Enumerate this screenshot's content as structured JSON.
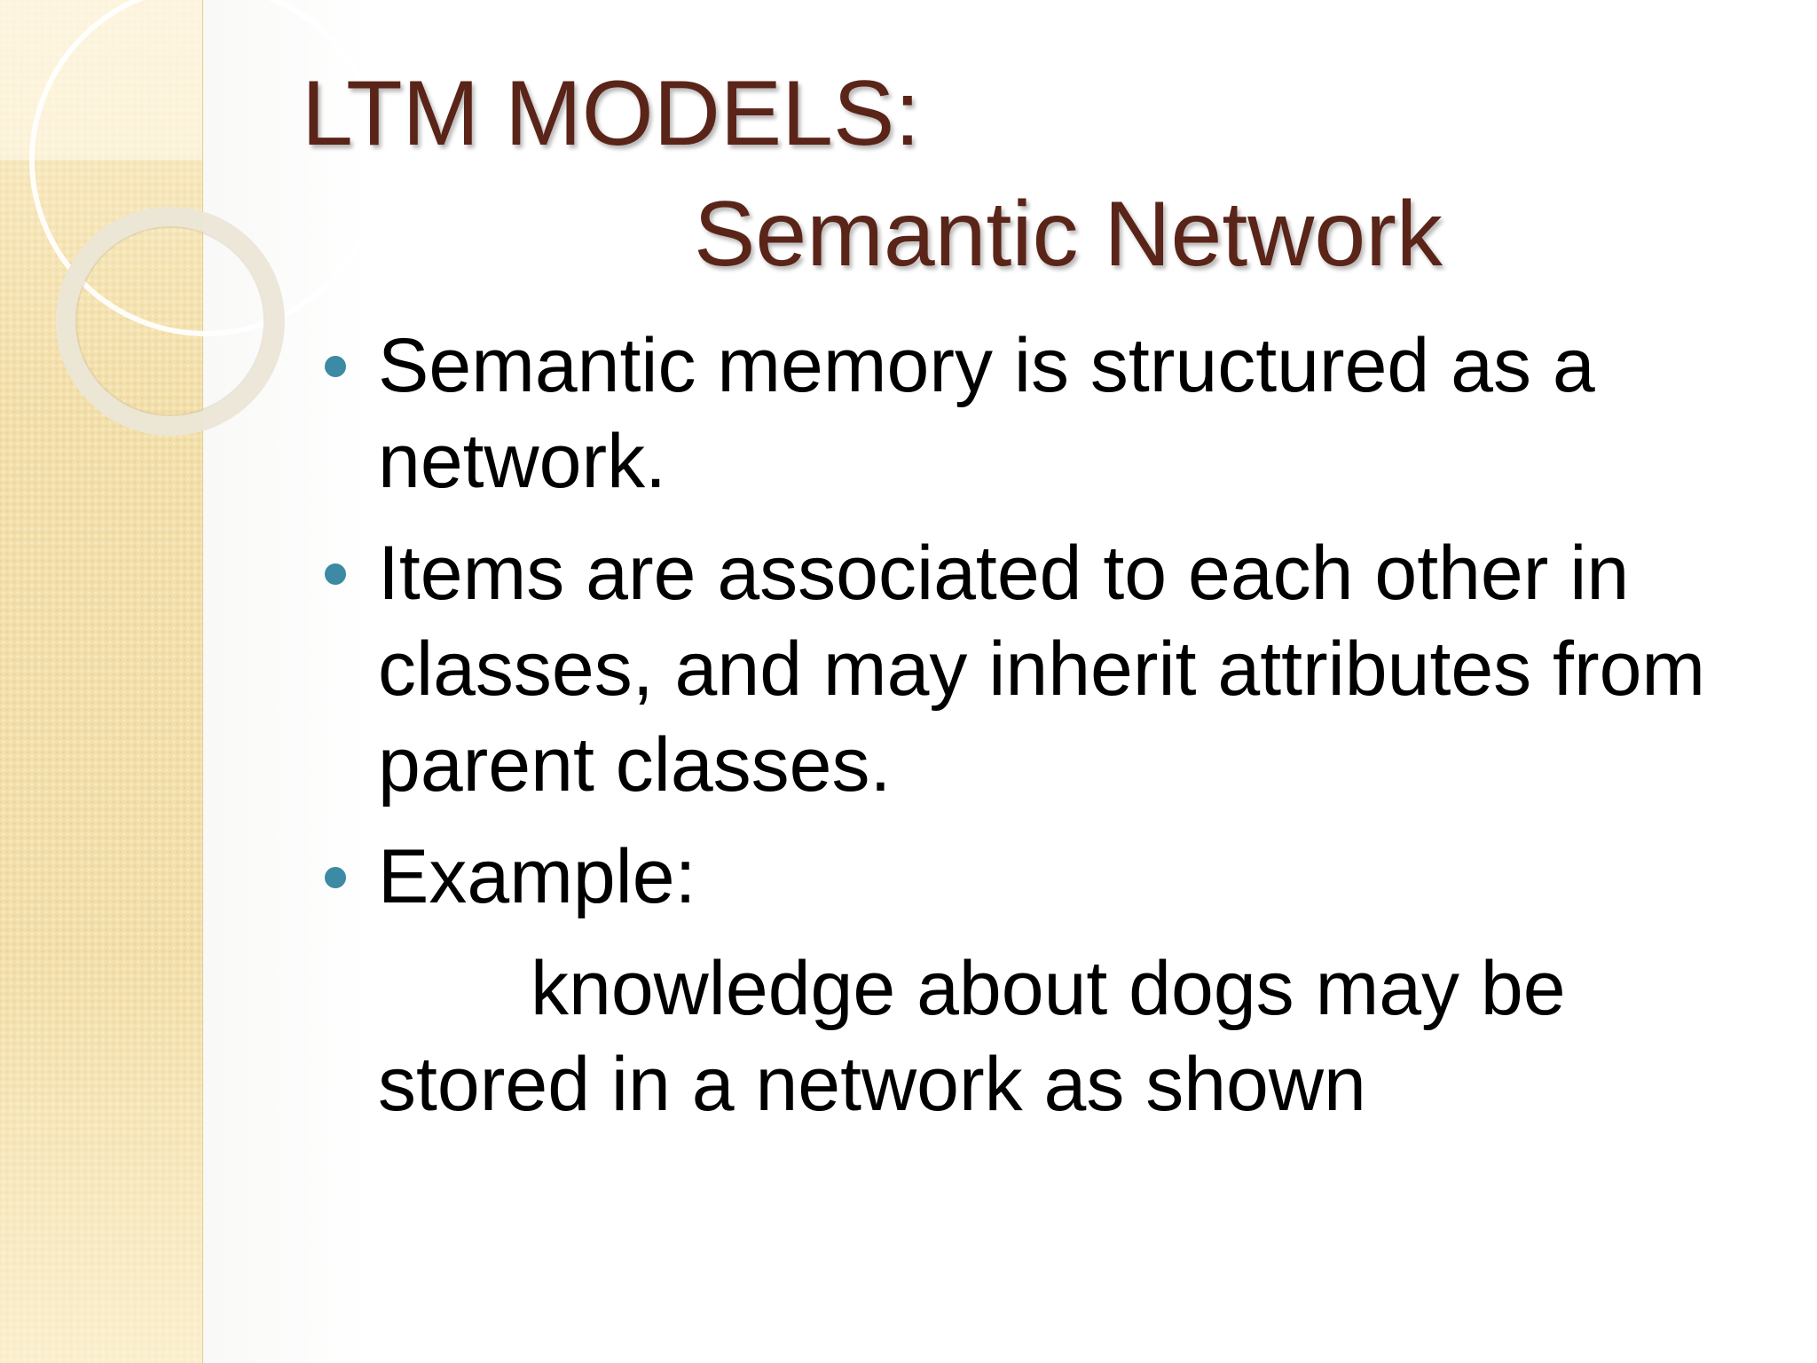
{
  "slide": {
    "title_line1": "LTM MODELS:",
    "title_line2": "Semantic Network",
    "bullets": [
      {
        "text": "Semantic memory is structured as a network."
      },
      {
        "text": "Items are associated to each other in classes, and may inherit attributes from parent classes."
      },
      {
        "text": "Example:"
      }
    ],
    "example_line1": "knowledge about dogs may be",
    "example_line2": "stored in a network as shown"
  },
  "colors": {
    "title": "#5a2418",
    "bullet_marker": "#3c8aa3",
    "side_panel": "#f3dfaa",
    "body_text": "#000000"
  }
}
